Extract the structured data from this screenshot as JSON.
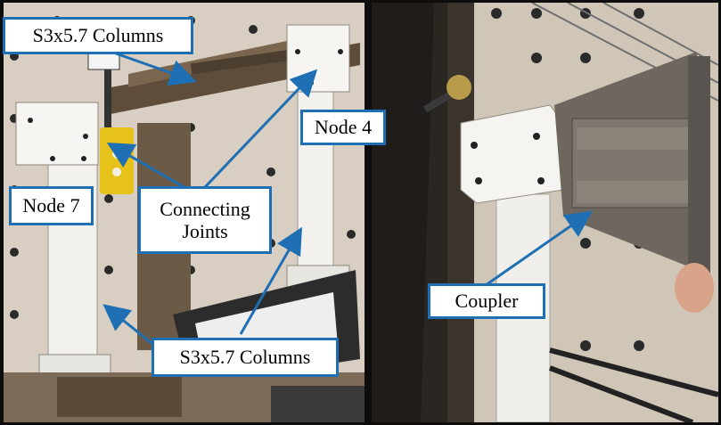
{
  "labels": {
    "top_columns": "S3x5.7 Columns",
    "node4": "Node 4",
    "node7": "Node 7",
    "connecting_line1": "Connecting",
    "connecting_line2": "Joints",
    "bottom_columns": "S3x5.7 Columns",
    "coupler": "Coupler"
  },
  "colors": {
    "label_border": "#1f6fb5",
    "arrow": "#1f6fb5",
    "wall": "#d8cfc2",
    "column": "#f2f1ee",
    "steel": "#6e5a44",
    "divider": "#0d0d0d"
  }
}
